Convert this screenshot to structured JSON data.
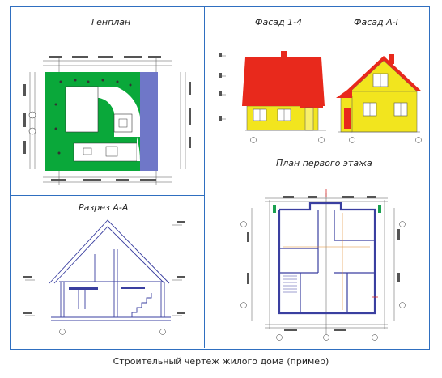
{
  "panels": {
    "site_plan": {
      "title": "Генплан"
    },
    "facade_1_4": {
      "title": "Фасад 1-4"
    },
    "facade_a_g": {
      "title": "Фасад А-Г"
    },
    "section": {
      "title": "Разрез А-А"
    },
    "floor_plan": {
      "title": "План первого этажа"
    }
  },
  "caption": "Строительный чертеж жилого дома (пример)",
  "colors": {
    "frame": "#2f6fc0",
    "lawn": "#0aa83a",
    "drive": "#6f77c8",
    "roof": "#e8291c",
    "wall": "#f2e51e",
    "line": "#3a3fa0"
  }
}
